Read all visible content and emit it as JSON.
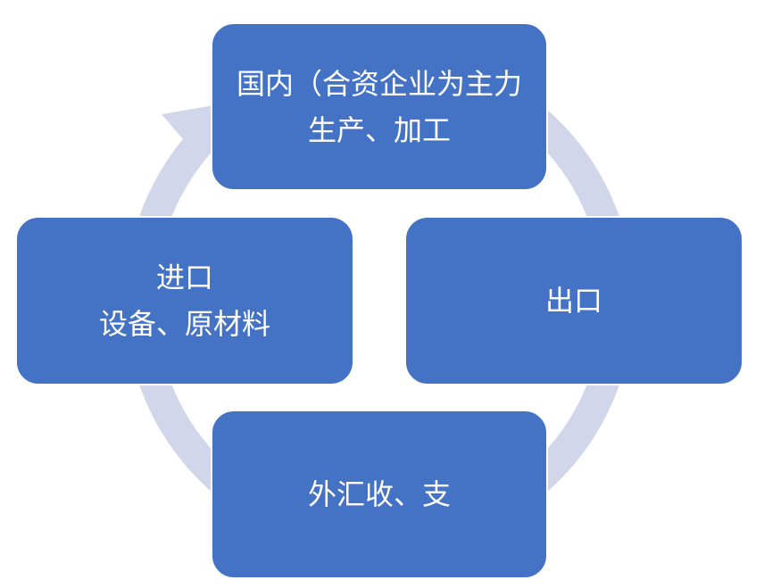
{
  "colors": {
    "node_fill": "#4472c4",
    "node_text": "#ffffff",
    "cycle_arrow": "#d2d6ea"
  },
  "nodes": {
    "top": {
      "lines": [
        "国内（合资企业为主力",
        "生产、加工"
      ]
    },
    "right": {
      "lines": [
        "出口"
      ]
    },
    "bottom": {
      "lines": [
        "外汇收、支"
      ]
    },
    "left": {
      "lines": [
        "进口",
        "设备、原材料"
      ]
    }
  }
}
